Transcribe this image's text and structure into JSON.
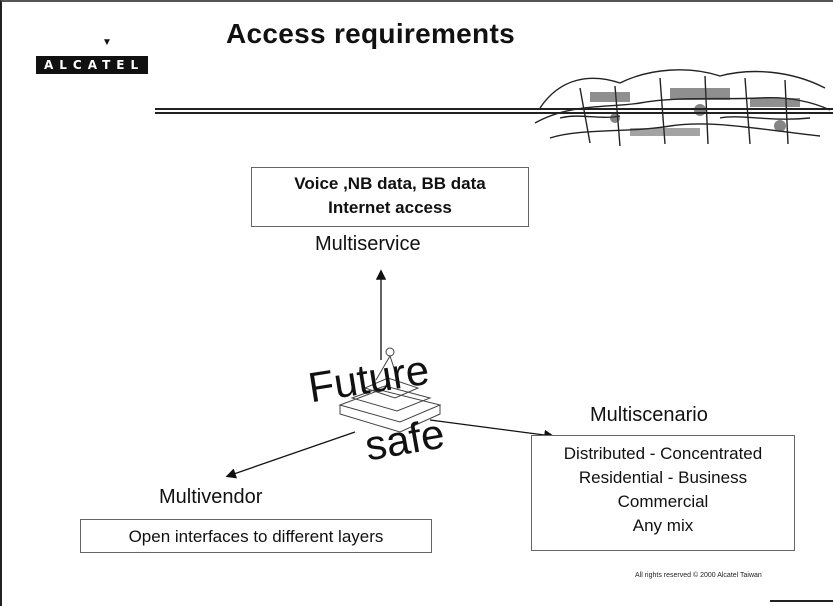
{
  "slide": {
    "title": "Access requirements",
    "brand": "ALCATEL",
    "footer": "All rights reserved © 2000 Alcatel Taiwan"
  },
  "diagram": {
    "center_label_1": "Future",
    "center_label_2": "safe",
    "multiservice": {
      "label": "Multiservice",
      "box_line_1": "Voice ,NB data, BB data",
      "box_line_2": "Internet access"
    },
    "multivendor": {
      "label": "Multivendor",
      "box_text": "Open interfaces to different layers"
    },
    "multiscenario": {
      "label": "Multiscenario",
      "box_lines": [
        "Distributed - Concentrated",
        "Residential - Business",
        "Commercial",
        "Any mix"
      ]
    }
  },
  "colors": {
    "ink": "#111111",
    "background": "#ffffff"
  }
}
